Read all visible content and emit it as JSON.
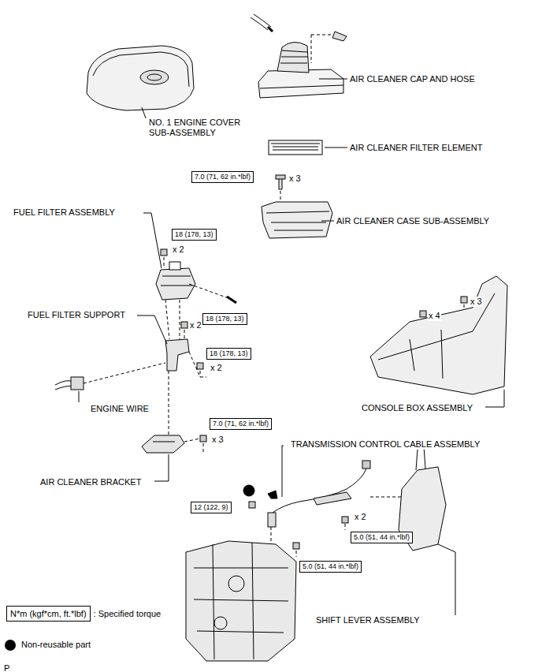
{
  "diagram": {
    "nodes": [
      {
        "text": [
          "7.0 (71, 62 in.*lbf)"
        ]
      },
      {
        "text": [
          "18 (178, 13)"
        ]
      },
      {
        "text": [
          "18 (178, 13)"
        ]
      },
      {
        "text": [
          "18 (178, 13)"
        ]
      },
      {
        "text": [
          "7.0 (71, 62 in.*lbf)"
        ]
      },
      {
        "text": [
          "12 (122, 9)"
        ]
      },
      {
        "text": [
          "5.0 (51, 44 in.*lbf)"
        ]
      },
      {
        "text": [
          "5.0 (51, 44 in.*lbf)"
        ]
      },
      {
        "text": [
          "N*m (kgf*cm, ft.*lbf)"
        ]
      }
    ],
    "labels": [
      "AIR CLEANER CAP AND HOSE",
      "NO. 1 ENGINE COVER SUB-ASSEMBLY",
      "AIR CLEANER FILTER ELEMENT",
      "x 3",
      "AIR CLEANER CASE SUB-ASSEMBLY",
      "FUEL FILTER ASSEMBLY",
      "x 2",
      "FUEL FILTER SUPPORT",
      "x 2",
      "x 4",
      "x 3",
      "x 2",
      "ENGINE WIRE",
      "CONSOLE BOX ASSEMBLY",
      "x 3",
      "TRANSMISSION CONTROL CABLE ASSEMBLY",
      "AIR CLEANER BRACKET",
      "x 2",
      "SHIFT LEVER ASSEMBLY",
      "P"
    ],
    "legend": [
      {
        "text": ": Specified torque"
      },
      {
        "text": "Non-reusable part",
        "color": "#000000"
      }
    ]
  }
}
